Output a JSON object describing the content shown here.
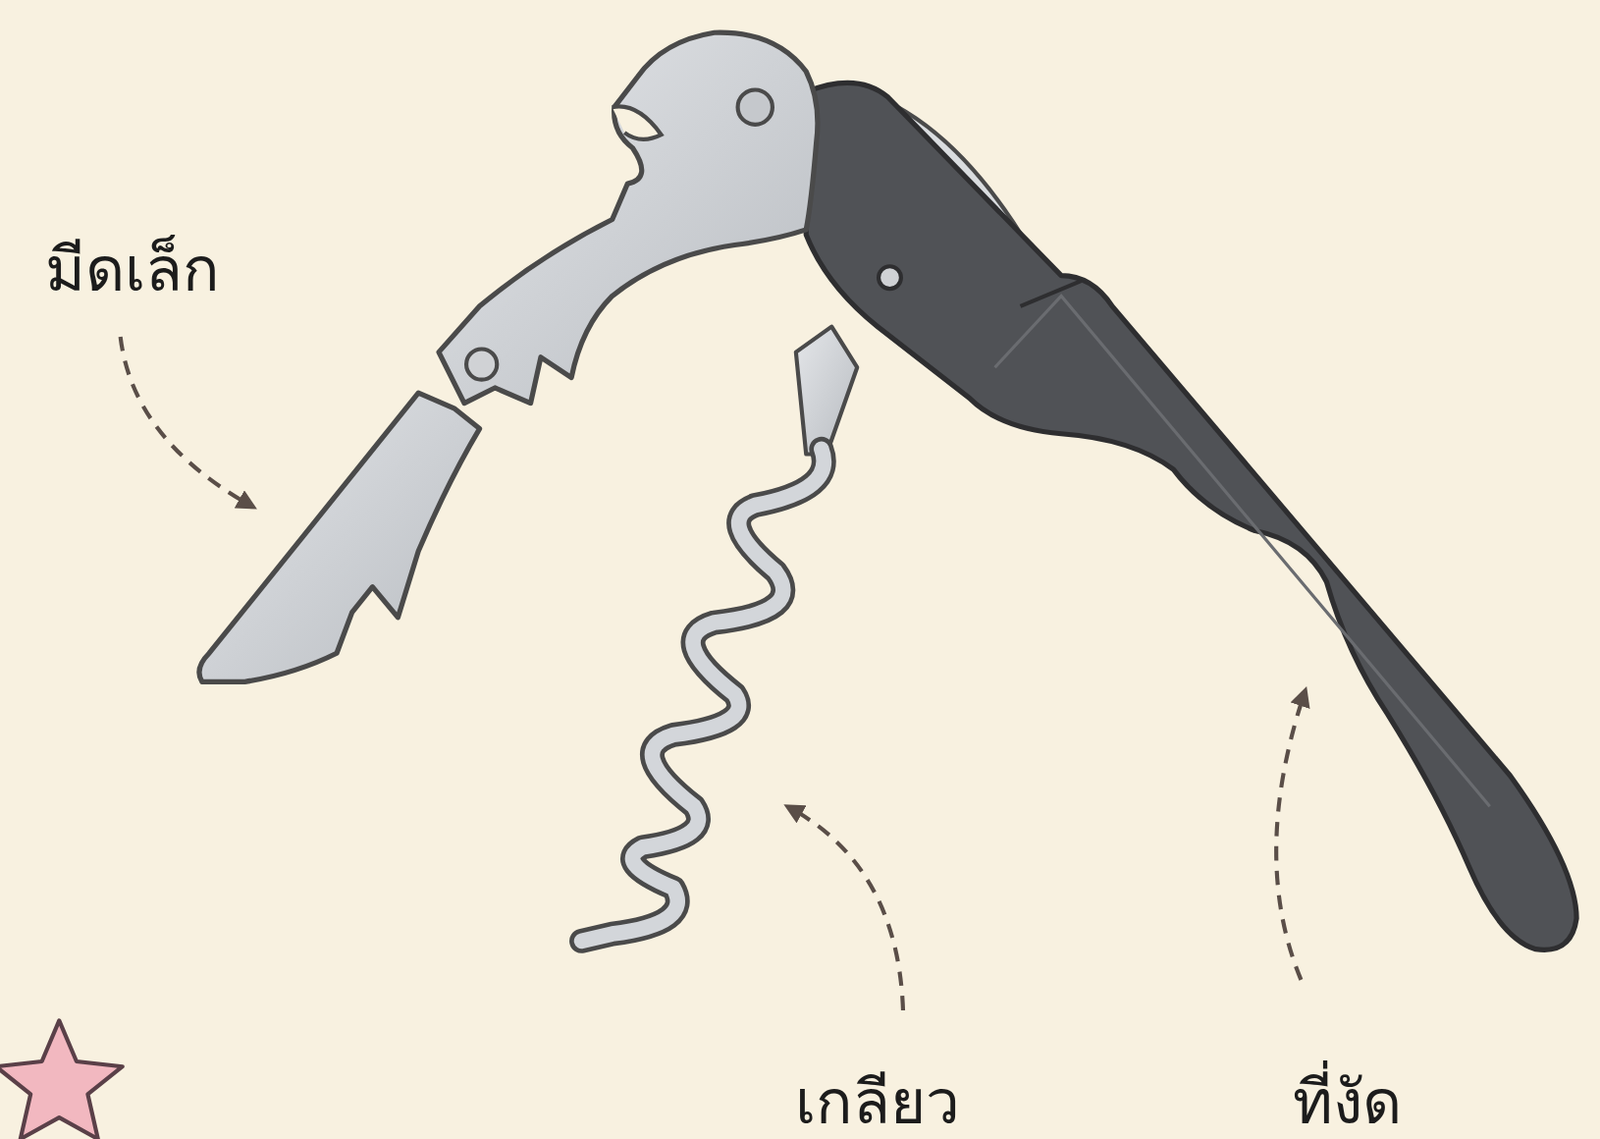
{
  "diagram": {
    "labels": [
      "มีดเล็ก",
      "เกลียว",
      "ที่งัด"
    ]
  }
}
